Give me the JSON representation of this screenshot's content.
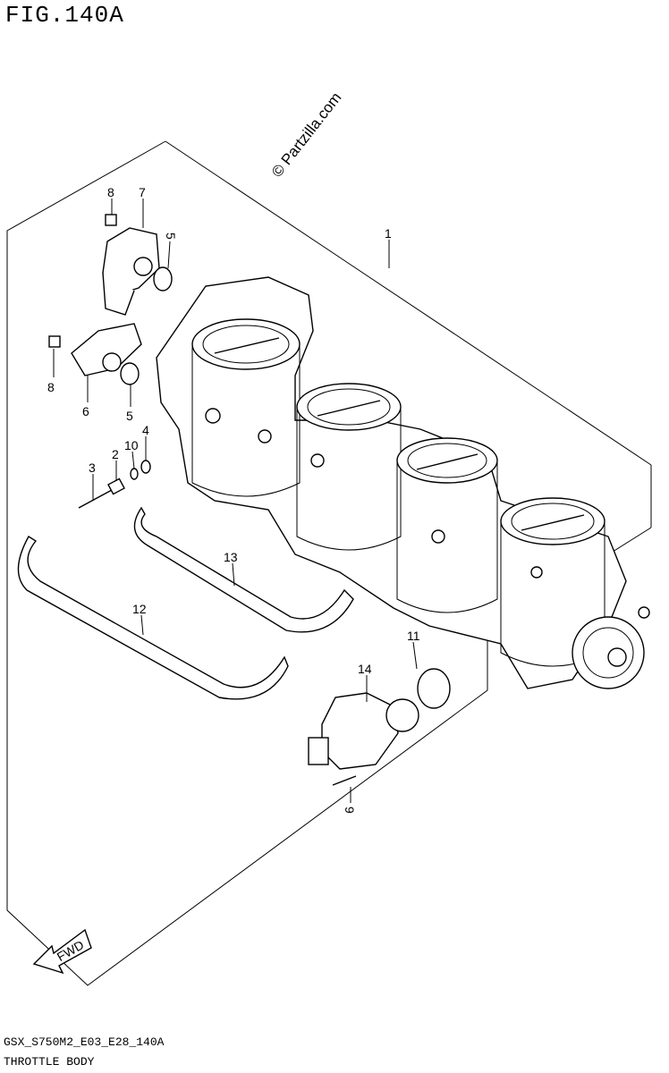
{
  "figure": {
    "title": "FIG.140A",
    "watermark": "© Partzilla.com",
    "code": "GSX_S750M2_E03_E28_140A",
    "caption": "THROTTLE BODY",
    "direction_label": "FWD"
  },
  "callouts": [
    {
      "id": "c1",
      "label": "1"
    },
    {
      "id": "c7",
      "label": "7"
    },
    {
      "id": "c8a",
      "label": "8"
    },
    {
      "id": "c5a",
      "label": "5"
    },
    {
      "id": "c8b",
      "label": "8"
    },
    {
      "id": "c6",
      "label": "6"
    },
    {
      "id": "c5b",
      "label": "5"
    },
    {
      "id": "c4",
      "label": "4"
    },
    {
      "id": "c10",
      "label": "10"
    },
    {
      "id": "c2",
      "label": "2"
    },
    {
      "id": "c3",
      "label": "3"
    },
    {
      "id": "c13",
      "label": "13"
    },
    {
      "id": "c12",
      "label": "12"
    },
    {
      "id": "c11",
      "label": "11"
    },
    {
      "id": "c14",
      "label": "14"
    },
    {
      "id": "c9",
      "label": "9"
    }
  ]
}
